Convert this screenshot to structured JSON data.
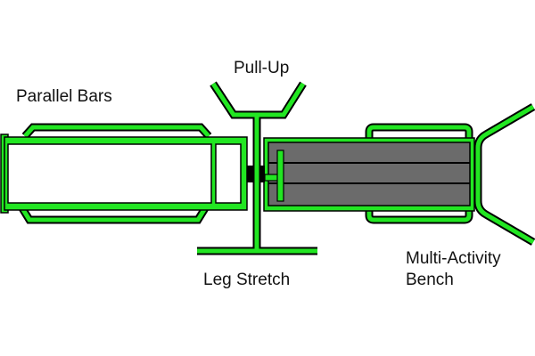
{
  "labels": {
    "parallel_bars": "Parallel Bars",
    "pull_up": "Pull-Up",
    "leg_stretch": "Leg Stretch",
    "bench_line1": "Multi-Activity",
    "bench_line2": "Bench"
  },
  "colors": {
    "frame": "#22e622",
    "outline": "#000000",
    "bench_pad": "#6b6b6b"
  }
}
